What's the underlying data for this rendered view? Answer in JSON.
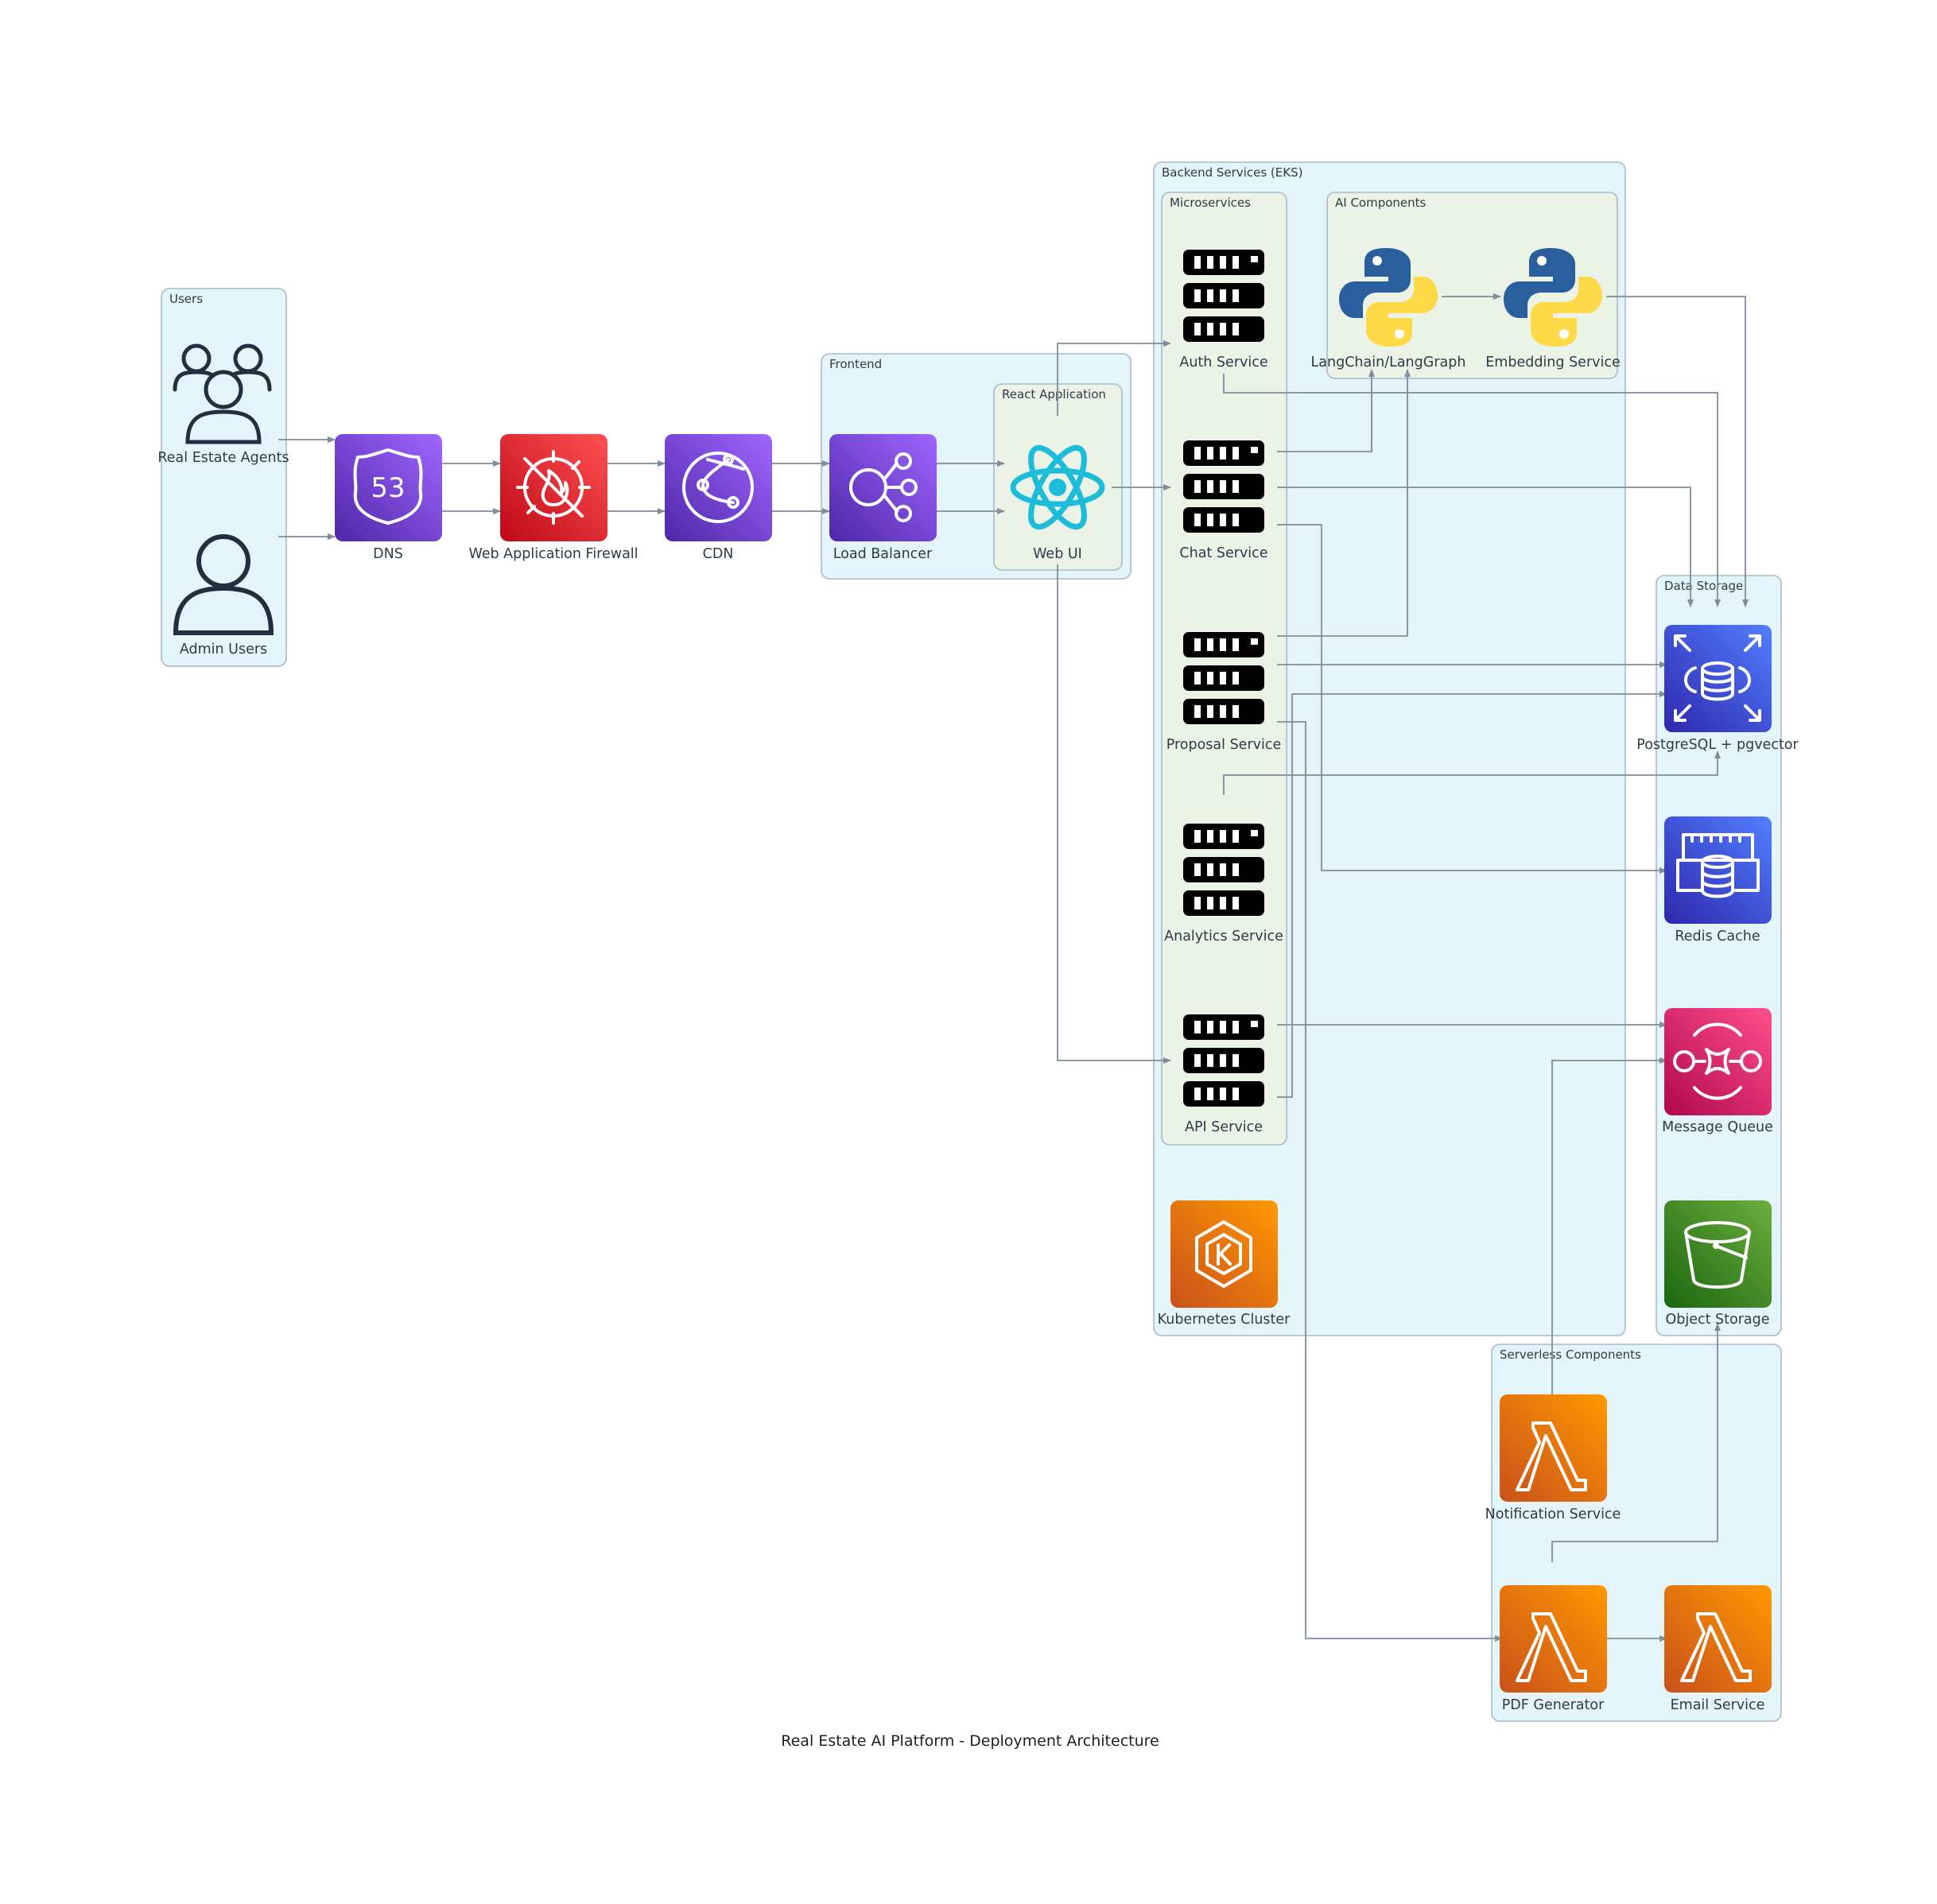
{
  "title": "Real Estate AI Platform - Deployment Architecture",
  "clusters": {
    "users": "Users",
    "frontend": "Frontend",
    "react_app": "React Application",
    "backend": "Backend Services (EKS)",
    "microservices": "Microservices",
    "ai_components": "AI Components",
    "data_storage": "Data Storage",
    "serverless": "Serverless Components"
  },
  "nodes": {
    "agents": {
      "label": "Real Estate Agents",
      "icon": "users-group-icon"
    },
    "admins": {
      "label": "Admin Users",
      "icon": "user-icon"
    },
    "dns": {
      "label": "DNS",
      "icon": "route53-icon"
    },
    "waf": {
      "label": "Web Application Firewall",
      "icon": "waf-icon"
    },
    "cdn": {
      "label": "CDN",
      "icon": "cloudfront-icon"
    },
    "lb": {
      "label": "Load Balancer",
      "icon": "elb-icon"
    },
    "webui": {
      "label": "Web UI",
      "icon": "react-icon"
    },
    "auth": {
      "label": "Auth Service",
      "icon": "server-icon"
    },
    "chat": {
      "label": "Chat Service",
      "icon": "server-icon"
    },
    "proposal": {
      "label": "Proposal Service",
      "icon": "server-icon"
    },
    "analytics": {
      "label": "Analytics Service",
      "icon": "server-icon"
    },
    "api": {
      "label": "API Service",
      "icon": "server-icon"
    },
    "langchain": {
      "label": "LangChain/LangGraph",
      "icon": "python-icon"
    },
    "embedding": {
      "label": "Embedding Service",
      "icon": "python-icon"
    },
    "k8s": {
      "label": "Kubernetes Cluster",
      "icon": "eks-icon"
    },
    "postgres": {
      "label": "PostgreSQL + pgvector",
      "icon": "rds-icon"
    },
    "redis": {
      "label": "Redis Cache",
      "icon": "elasticache-icon"
    },
    "queue": {
      "label": "Message Queue",
      "icon": "sqs-icon"
    },
    "storage": {
      "label": "Object Storage",
      "icon": "s3-bucket-icon"
    },
    "notification": {
      "label": "Notification Service",
      "icon": "lambda-icon"
    },
    "pdf": {
      "label": "PDF Generator",
      "icon": "lambda-icon"
    },
    "email": {
      "label": "Email Service",
      "icon": "lambda-icon"
    }
  },
  "colors": {
    "purple": "#7b4de0",
    "red": "#d8202b",
    "orange": "#e8730f",
    "blue": "#4055d8",
    "pink": "#d92c6b",
    "green": "#3f8a25",
    "react": "#1dbcd8",
    "python_blue": "#2a5f9e",
    "python_yellow": "#ffd947",
    "edge": "#7f8c9a"
  }
}
